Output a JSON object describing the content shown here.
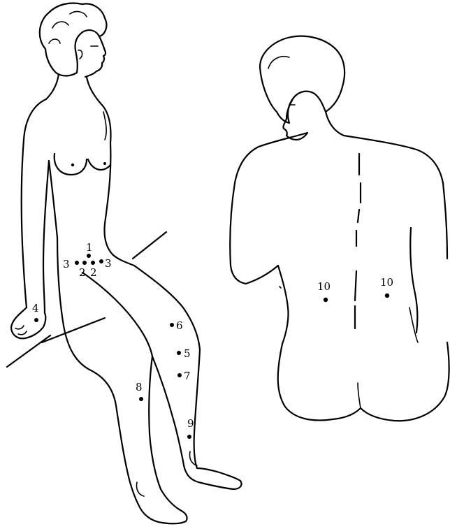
{
  "figure": {
    "ink_color": "#000000",
    "background": "#ffffff"
  },
  "points": [
    {
      "id": "p1",
      "label": "1"
    },
    {
      "id": "p2l",
      "label": "2"
    },
    {
      "id": "p2r",
      "label": "2"
    },
    {
      "id": "p3l",
      "label": "3"
    },
    {
      "id": "p3r",
      "label": "3"
    },
    {
      "id": "p4",
      "label": "4"
    },
    {
      "id": "p5",
      "label": "5"
    },
    {
      "id": "p6",
      "label": "6"
    },
    {
      "id": "p7",
      "label": "7"
    },
    {
      "id": "p8",
      "label": "8"
    },
    {
      "id": "p9",
      "label": "9"
    },
    {
      "id": "p10l",
      "label": "10"
    },
    {
      "id": "p10r",
      "label": "10"
    }
  ]
}
